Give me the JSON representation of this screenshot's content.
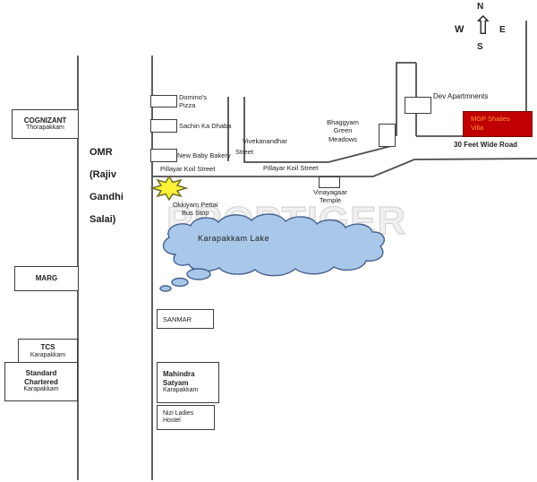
{
  "watermark": "PROPTIGER",
  "compass": {
    "north": "N",
    "south": "S",
    "east": "E",
    "west": "W",
    "arrow": "⇧"
  },
  "colors": {
    "road": "#4d4d4d",
    "lake_fill": "#a9c7e9",
    "lake_stroke": "#46618c",
    "star_fill": "#fdf235",
    "star_stroke": "#6e6e2e",
    "mgp_bg": "#c00000",
    "mgp_text": "#ff9933"
  },
  "streets": {
    "omr": {
      "line1": "OMR",
      "line2": "(Rajiv",
      "line3": "Gandhi",
      "line4": "Salai)"
    },
    "pillayar_koil_left": "Pillayar Koil Street",
    "pillayar_koil_right": "Pillayar Koil Street",
    "vivekanandhar": {
      "line1": "Vivekanandhar",
      "line2": "Street"
    },
    "thirty_feet_road": "30 Feet Wide Road"
  },
  "landmarks": {
    "cognizant": {
      "name": "COGNIZANT",
      "area": "Thorapakkam"
    },
    "marg": {
      "name": "MARG"
    },
    "tcs": {
      "name": "TCS",
      "area": "Karapakkam"
    },
    "standard_chartered": {
      "line1": "Standard",
      "line2": "Chartered",
      "area": "Karapakkam"
    },
    "dominos": {
      "line1": "Domino's",
      "line2": "Pizza"
    },
    "sachin_ka_dhaba": {
      "name": "Sachin Ka Dhaba"
    },
    "new_baby_bakery": {
      "name": "New Baby Bakery"
    },
    "dev_apartments": {
      "name": "Dev Apartmnents"
    },
    "mgp_shailes_villa": {
      "line1": "MGP Shailes",
      "line2": "Villa"
    },
    "bhaggyam_green_meadows": {
      "line1": "Bhaggyam",
      "line2": "Green",
      "line3": "Meadows"
    },
    "vinayagaar_temple": {
      "line1": "Vinayagaar",
      "line2": "Temple"
    },
    "bus_stop": {
      "line1": "Okkiyam Pettai",
      "line2": "Bus Stop"
    },
    "lake": {
      "name": "Karapakkam Lake"
    },
    "sanmar": {
      "name": "SANMAR"
    },
    "mahindra_satyam": {
      "line1": "Mahindra",
      "line2": "Satyam",
      "area": "Karapakkam"
    },
    "nizi_ladies_hostel": {
      "line1": "Nizi Ladies",
      "line2": "Hostel"
    }
  }
}
